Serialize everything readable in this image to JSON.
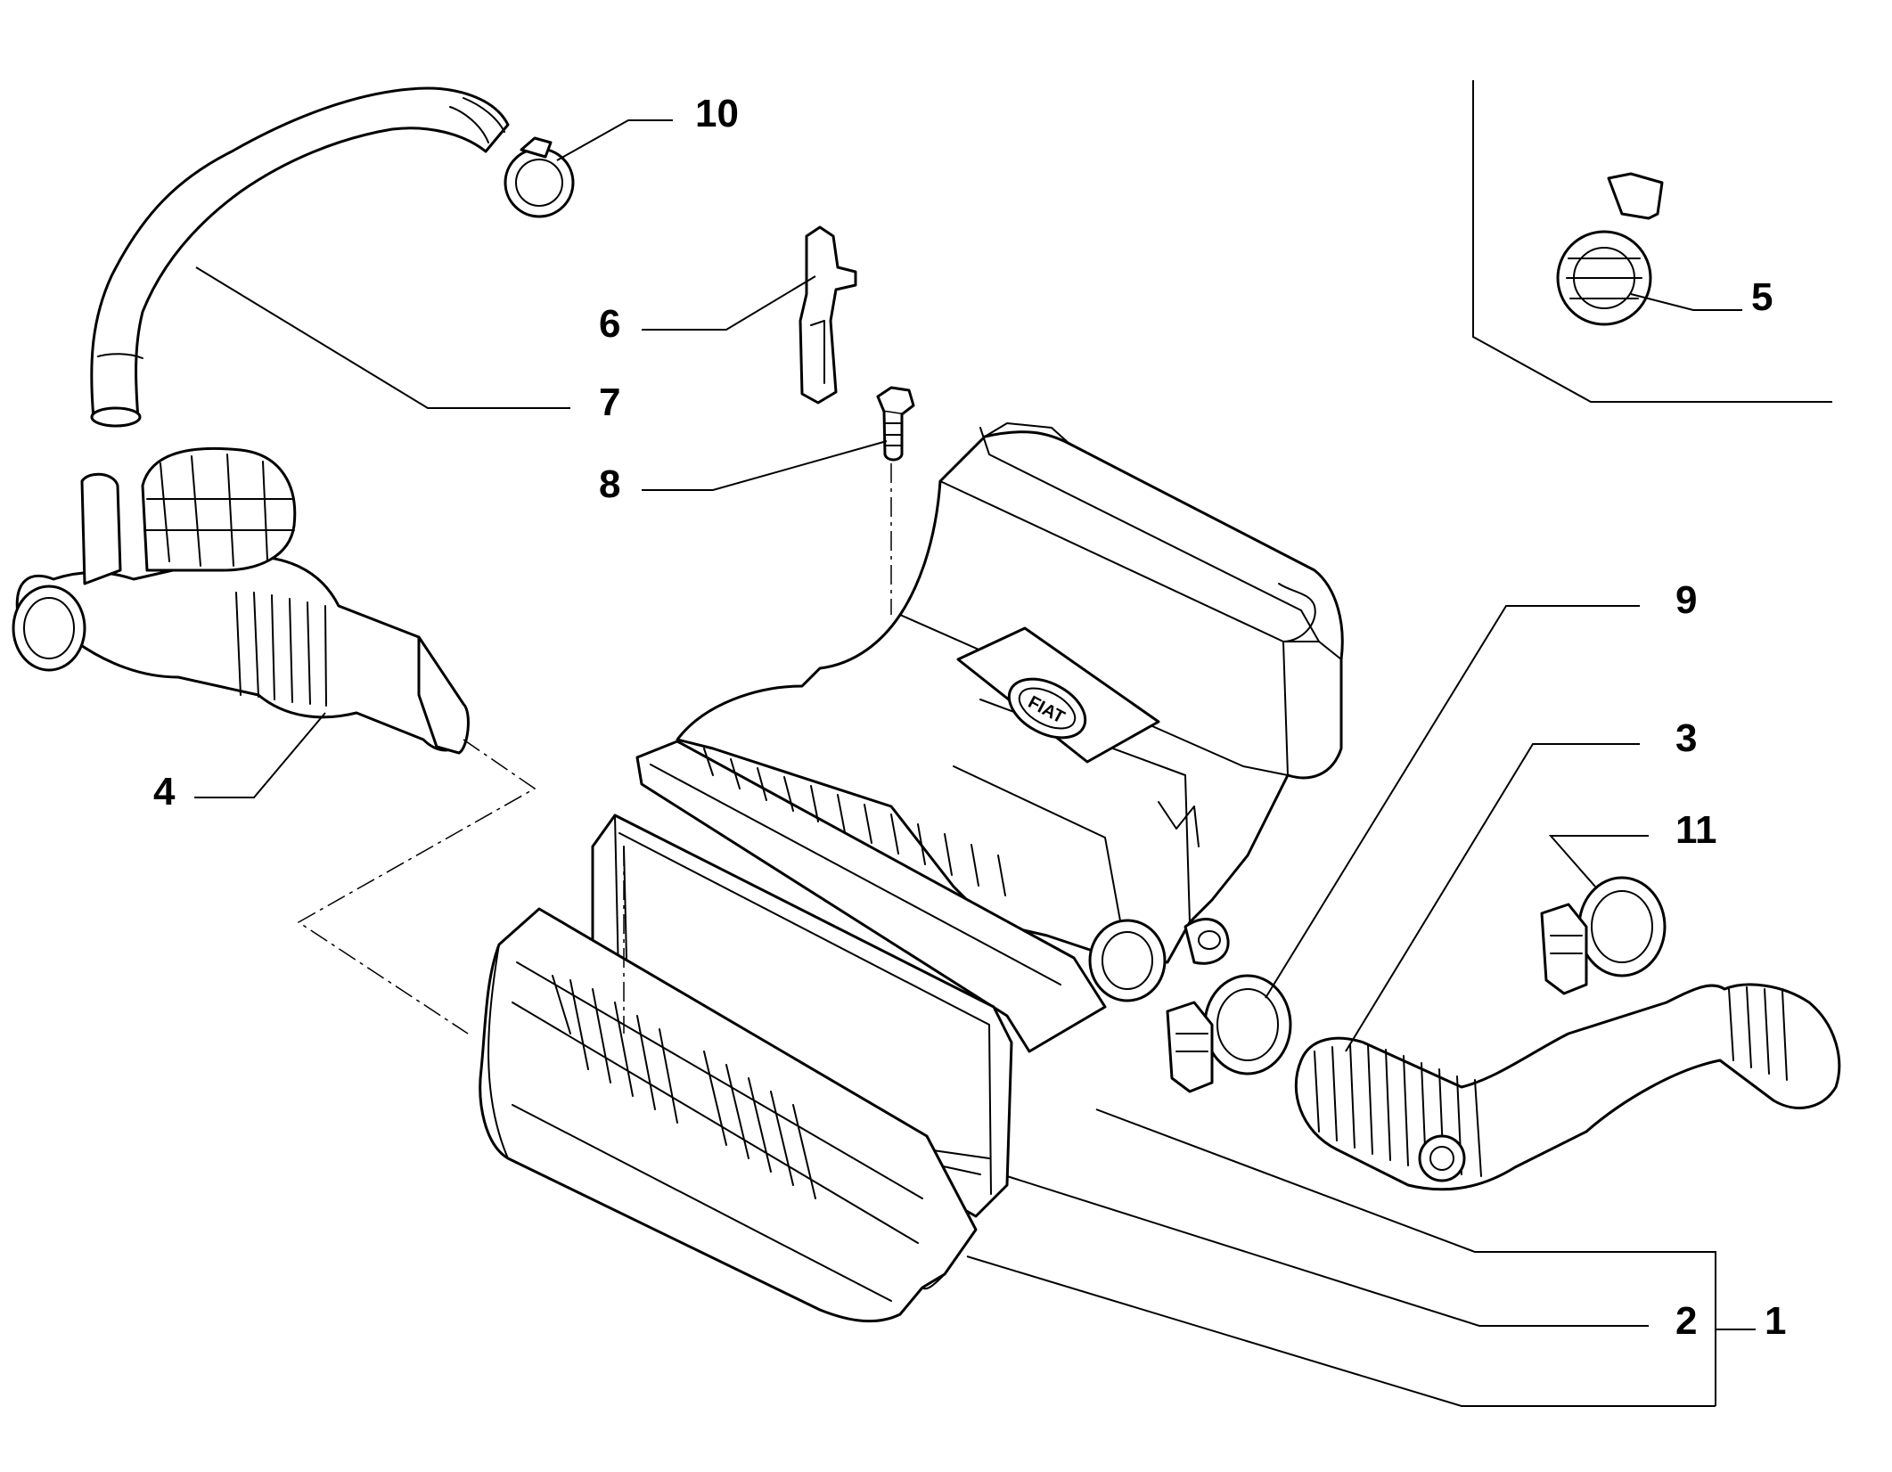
{
  "callouts": {
    "c1": "1",
    "c2": "2",
    "c3": "3",
    "c4": "4",
    "c5": "5",
    "c6": "6",
    "c7": "7",
    "c8": "8",
    "c9": "9",
    "c10": "10",
    "c11": "11"
  },
  "logo_text": "FIAT",
  "colors": {
    "line": "#000000",
    "background": "#ffffff"
  }
}
